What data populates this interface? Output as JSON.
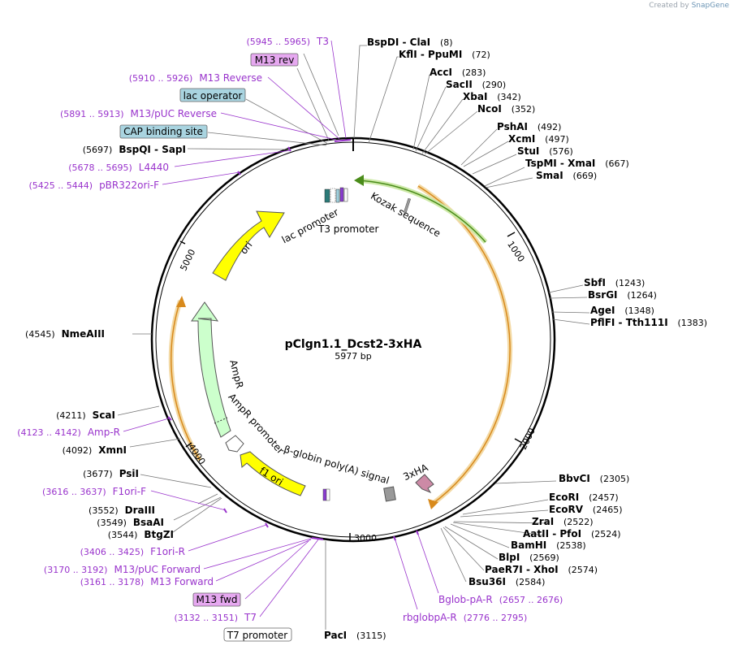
{
  "credit": {
    "prefix": "Created by",
    "brand": "SnapGene"
  },
  "plasmid": {
    "name": "pClgn1.1_Dcst2-3xHA",
    "size_label": "5977 bp"
  },
  "colors": {
    "enzyme_text": "#000000",
    "primer_text": "#9933cc",
    "line": "#666666",
    "backbone": "#000000",
    "ori_fill": "#ffff00",
    "ampr_fill": "#ccffcc",
    "orange_arc": "#e8a23a",
    "green_arc": "#66aa22",
    "lac_box": "#a9d4e0",
    "cap_box": "#a9d4e0",
    "m13_box": "#e6a8f0",
    "ha_fill": "#cc8aa6",
    "sig_fill": "#999999"
  },
  "ticks": [
    "1000",
    "2000",
    "3000",
    "4000",
    "5000"
  ],
  "enzymes": [
    {
      "name": "BspDI  - ClaI",
      "pos": "(8)"
    },
    {
      "name": "KflI  - PpuMI",
      "pos": "(72)"
    },
    {
      "name": "AccI",
      "pos": "(283)"
    },
    {
      "name": "SacII",
      "pos": "(290)"
    },
    {
      "name": "XbaI",
      "pos": "(342)"
    },
    {
      "name": "NcoI",
      "pos": "(352)"
    },
    {
      "name": "PshAI",
      "pos": "(492)"
    },
    {
      "name": "XcmI",
      "pos": "(497)"
    },
    {
      "name": "StuI",
      "pos": "(576)"
    },
    {
      "name": "TspMI  - XmaI",
      "pos": "(667)"
    },
    {
      "name": "SmaI",
      "pos": "(669)"
    },
    {
      "name": "SbfI",
      "pos": "(1243)"
    },
    {
      "name": "BsrGI",
      "pos": "(1264)"
    },
    {
      "name": "AgeI",
      "pos": "(1348)"
    },
    {
      "name": "PflFI  - Tth111I",
      "pos": "(1383)"
    },
    {
      "name": "BbvCI",
      "pos": "(2305)"
    },
    {
      "name": "EcoRI",
      "pos": "(2457)"
    },
    {
      "name": "EcoRV",
      "pos": "(2465)"
    },
    {
      "name": "ZraI",
      "pos": "(2522)"
    },
    {
      "name": "AatII  - PfoI",
      "pos": "(2524)"
    },
    {
      "name": "BamHI",
      "pos": "(2538)"
    },
    {
      "name": "BlpI",
      "pos": "(2569)"
    },
    {
      "name": "PaeR7I  - XhoI",
      "pos": "(2574)"
    },
    {
      "name": "Bsu36I",
      "pos": "(2584)"
    },
    {
      "name": "PacI",
      "pos": "(3115)"
    },
    {
      "name": "BtgZI",
      "pos": "(3544)"
    },
    {
      "name": "BsaAI",
      "pos": "(3549)"
    },
    {
      "name": "DraIII",
      "pos": "(3552)"
    },
    {
      "name": "PsiI",
      "pos": "(3677)"
    },
    {
      "name": "XmnI",
      "pos": "(4092)"
    },
    {
      "name": "ScaI",
      "pos": "(4211)"
    },
    {
      "name": "NmeAIII",
      "pos": "(4545)"
    },
    {
      "name": "BspQI  - SapI",
      "pos": "(5697)"
    }
  ],
  "primers": [
    {
      "name": "T3",
      "range": "(5945 .. 5965)"
    },
    {
      "name": "M13 Reverse",
      "range": "(5910 .. 5926)"
    },
    {
      "name": "M13/pUC Reverse",
      "range": "(5891 .. 5913)"
    },
    {
      "name": "L4440",
      "range": "(5678 .. 5695)"
    },
    {
      "name": "pBR322ori-F",
      "range": "(5425 .. 5444)"
    },
    {
      "name": "Bglob-pA-R",
      "range": "(2657 .. 2676)"
    },
    {
      "name": "rbglobpA-R",
      "range": "(2776 .. 2795)"
    },
    {
      "name": "T7",
      "range": "(3132 .. 3151)"
    },
    {
      "name": "M13 Forward",
      "range": "(3161 .. 3178)"
    },
    {
      "name": "M13/pUC Forward",
      "range": "(3170 .. 3192)"
    },
    {
      "name": "F1ori-R",
      "range": "(3406 .. 3425)"
    },
    {
      "name": "F1ori-F",
      "range": "(3616 .. 3637)"
    },
    {
      "name": "Amp-R",
      "range": "(4123 .. 4142)"
    }
  ],
  "boxed_labels": {
    "m13_rev": "M13 rev",
    "lac_operator": "lac operator",
    "cap_site": "CAP binding site",
    "m13_fwd": "M13 fwd",
    "t7_promoter": "T7 promoter"
  },
  "features": {
    "ori": "ori",
    "ampr": "AmpR",
    "ampr_promoter": "AmpR promoter",
    "f1_ori": "f1 ori",
    "lac_promoter": "lac promoter",
    "t3_promoter": "T3 promoter",
    "kozak": "Kozak sequence",
    "globin": "β-globin poly(A) signal",
    "ha": "3xHA"
  }
}
